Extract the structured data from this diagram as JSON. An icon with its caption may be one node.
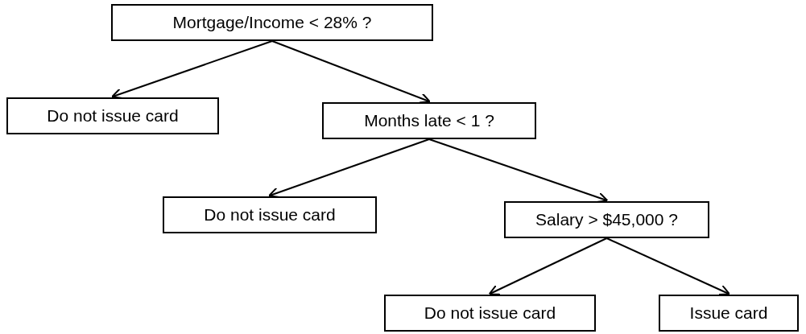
{
  "diagram": {
    "nodes": [
      {
        "text": [
          "Mortgage/Income < 28% ?"
        ]
      },
      {
        "text": [
          "Do not issue card"
        ]
      },
      {
        "text": [
          "Months late < 1 ?"
        ]
      },
      {
        "text": [
          "Do not issue card"
        ]
      },
      {
        "text": [
          "Salary > $45,000 ?"
        ]
      },
      {
        "text": [
          "Do not issue card"
        ]
      },
      {
        "text": [
          "Issue card"
        ]
      }
    ],
    "edges": [
      {
        "from": 0,
        "to": 1,
        "arrow": "to"
      },
      {
        "from": 0,
        "to": 2,
        "arrow": "to"
      },
      {
        "from": 2,
        "to": 3,
        "arrow": "to"
      },
      {
        "from": 2,
        "to": 4,
        "arrow": "to"
      },
      {
        "from": 4,
        "to": 5,
        "arrow": "to"
      },
      {
        "from": 4,
        "to": 6,
        "arrow": "to"
      }
    ]
  }
}
